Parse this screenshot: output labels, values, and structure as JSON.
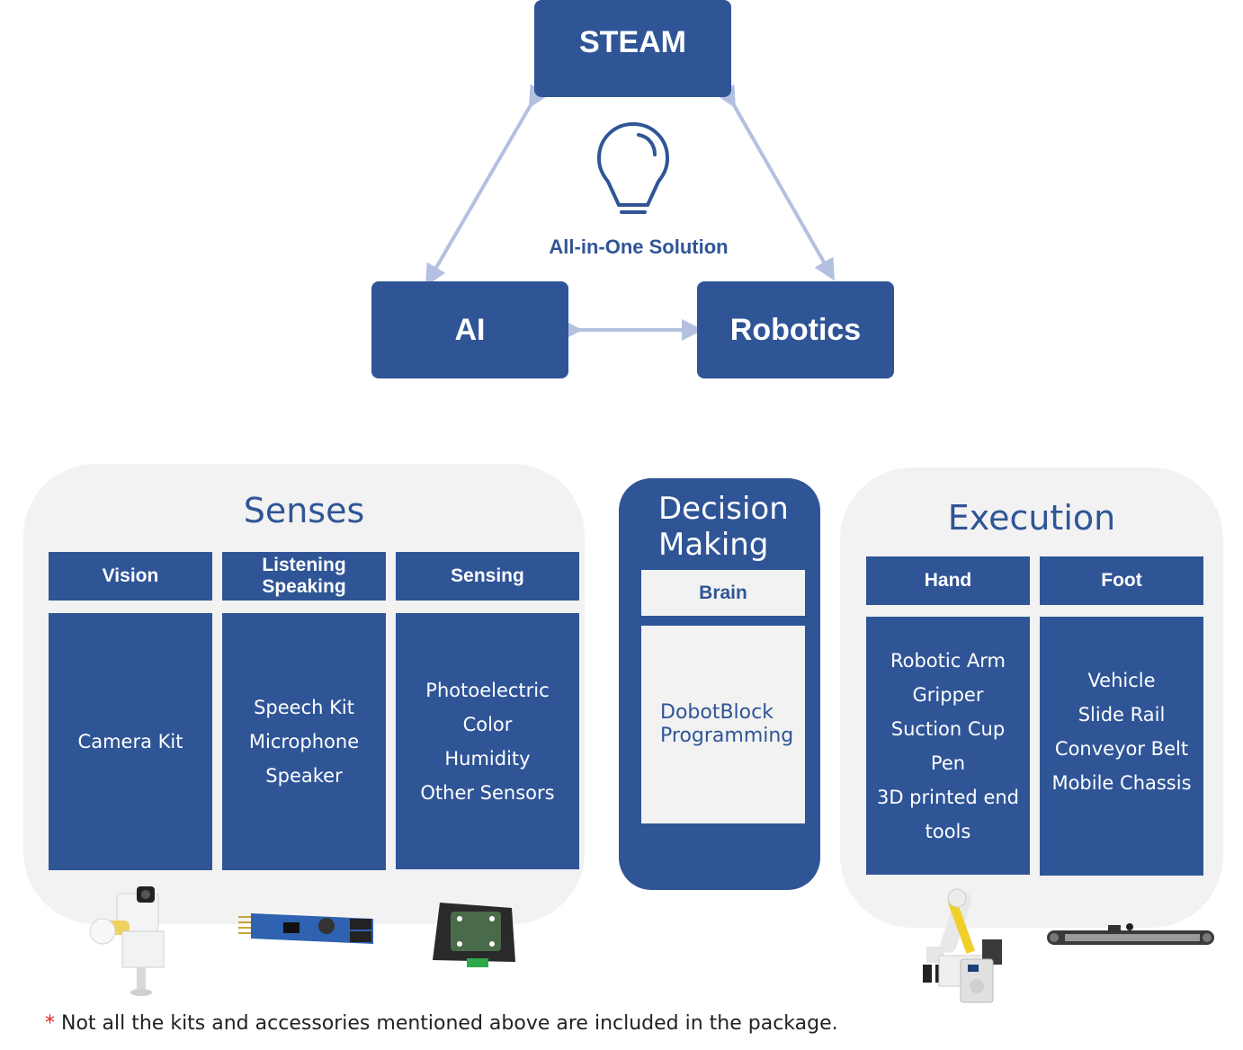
{
  "top": {
    "steam_label": "STEAM",
    "ai_label": "AI",
    "robotics_label": "Robotics",
    "center_icon": "lightbulb-icon",
    "center_label": "All-in-One Solution"
  },
  "senses": {
    "title": "Senses",
    "columns": [
      {
        "header": "Vision",
        "items": [
          "Camera Kit"
        ]
      },
      {
        "header": "Listening\nSpeaking",
        "header_lines": [
          "Listening",
          "Speaking"
        ],
        "items": [
          "Speech Kit",
          "Microphone",
          "Speaker"
        ]
      },
      {
        "header": "Sensing",
        "items": [
          "Photoelectric",
          "Color",
          "Humidity",
          "Other Sensors"
        ]
      }
    ],
    "products": [
      "camera-kit-image",
      "speech-module-image",
      "sensor-module-image"
    ]
  },
  "decision": {
    "title_lines": [
      "Decision",
      "Making"
    ],
    "header": "Brain",
    "items": [
      "DobotBlock",
      "Programming"
    ]
  },
  "execution": {
    "title": "Execution",
    "columns": [
      {
        "header": "Hand",
        "items": [
          "Robotic Arm",
          "Gripper",
          "Suction Cup",
          "Pen",
          "3D printed end",
          "tools"
        ]
      },
      {
        "header": "Foot",
        "items": [
          "Vehicle",
          "Slide Rail",
          "Conveyor Belt",
          "Mobile Chassis"
        ]
      }
    ],
    "products": [
      "robotic-arm-image",
      "conveyor-belt-image"
    ]
  },
  "footnote": {
    "marker": "*",
    "text": " Not all the kits and accessories mentioned above are included in the package."
  },
  "colors": {
    "primary": "#2f5597",
    "panel": "#f2f2f2",
    "arrow": "#b4c0e0",
    "footnote_marker": "#e02020"
  }
}
